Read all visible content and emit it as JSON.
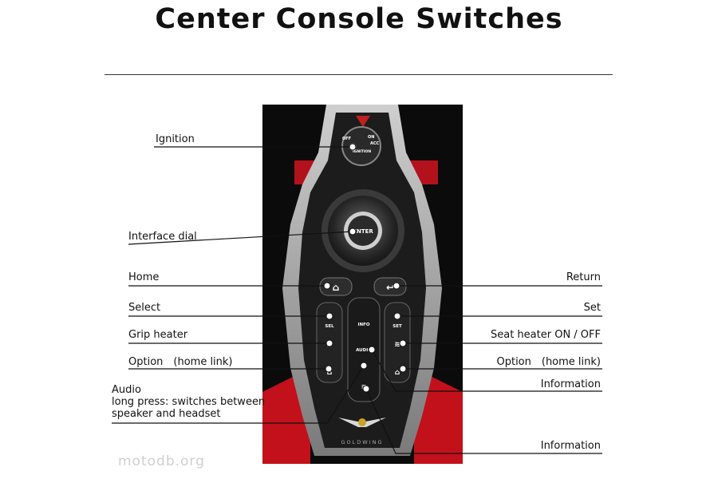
{
  "title": "Center Console Switches",
  "labels": {
    "ignition": "Ignition",
    "interface_dial": "Interface dial",
    "home": "Home",
    "select": "Select",
    "grip_heater": "Grip heater",
    "option_left": "Option　(home link)",
    "audio": "Audio\nlong press: switches between\nspeaker and headset",
    "return": "Return",
    "set": "Set",
    "seat_heater": "Seat heater ON / OFF",
    "option_right": "Option　(home link)",
    "information_1": "Information",
    "information_2": "Information"
  },
  "console_text": {
    "ignition_off": "OFF",
    "ignition_on": "ON",
    "ignition_acc": "ACC",
    "ignition_label": "IGNITION",
    "enter": "ENTER",
    "sel": "SEL",
    "set": "SET",
    "info": "INFO",
    "audio": "AUDIO",
    "goldwing": "GOLDWING"
  },
  "watermark": "motodb.org"
}
